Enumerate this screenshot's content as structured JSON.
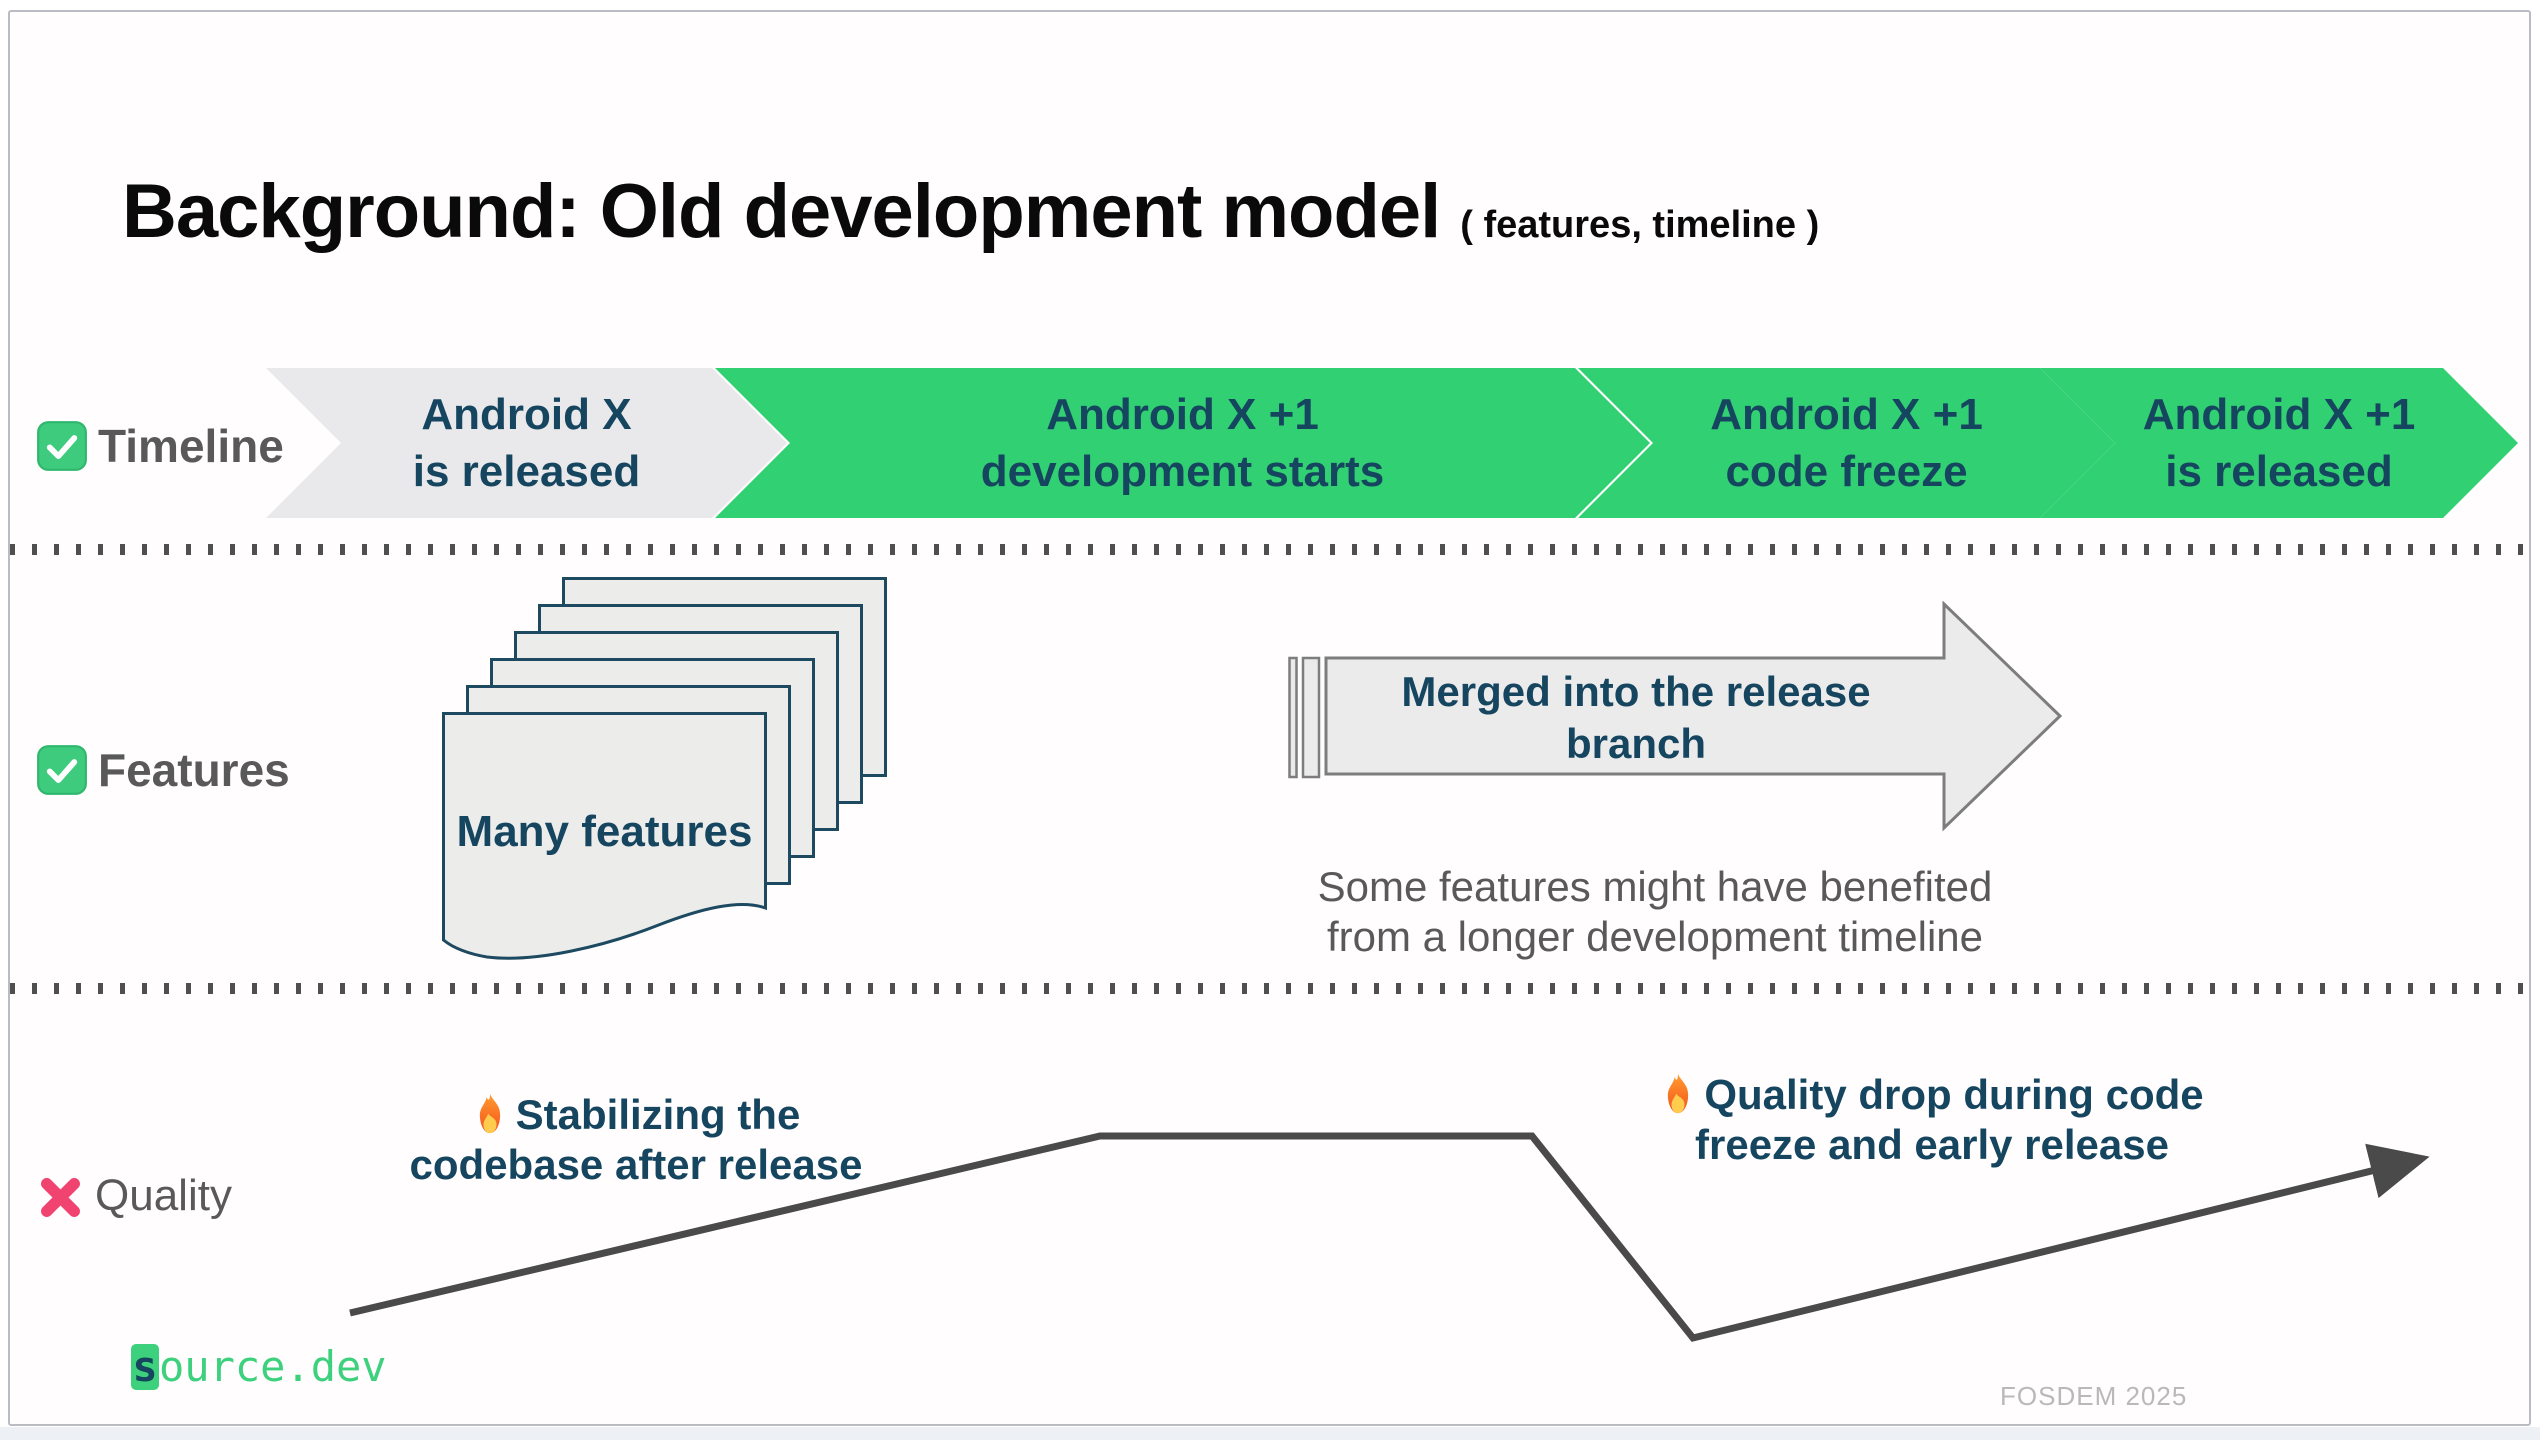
{
  "slide": {
    "title": "Background: Old development model",
    "title_suffix": "( features, timeline )",
    "footer_brand_prefix": "s",
    "footer_brand_rest": "ource.dev",
    "footer_event": "FOSDEM 2025"
  },
  "rows": {
    "timeline": {
      "label": "Timeline",
      "icon": "check-icon"
    },
    "features": {
      "label": "Features",
      "icon": "check-icon"
    },
    "quality": {
      "label": "Quality",
      "icon": "cross-icon"
    }
  },
  "timeline_chevrons": [
    {
      "line1": "Android X",
      "line2": "is released",
      "fill": "chevron_gray"
    },
    {
      "line1": "Android X +1",
      "line2": "development starts",
      "fill": "chevron_green"
    },
    {
      "line1": "Android X +1",
      "line2": "code freeze",
      "fill": "chevron_green"
    },
    {
      "line1": "Android X +1",
      "line2": "is released",
      "fill": "chevron_green"
    }
  ],
  "features": {
    "stack_label": "Many features",
    "arrow_label": "Merged into the release branch",
    "caption_line1": "Some features might have benefited",
    "caption_line2": "from a longer development timeline"
  },
  "quality": {
    "annotation1_icon": "fire-icon",
    "annotation1_line1": "Stabilizing the",
    "annotation1_line2": "codebase after release",
    "annotation2_icon": "fire-icon",
    "annotation2_line1": "Quality drop during code",
    "annotation2_line2": "freeze and early release"
  },
  "colors": {
    "chevron_green": "#31d073",
    "chevron_gray": "#e9e8ea",
    "navy": "#16455f",
    "label_gray": "#595959",
    "line_gray": "#4a4a4a",
    "brand_green": "#3dd17e",
    "green": "#3dd17e",
    "cross_pink": "#f0436f"
  }
}
